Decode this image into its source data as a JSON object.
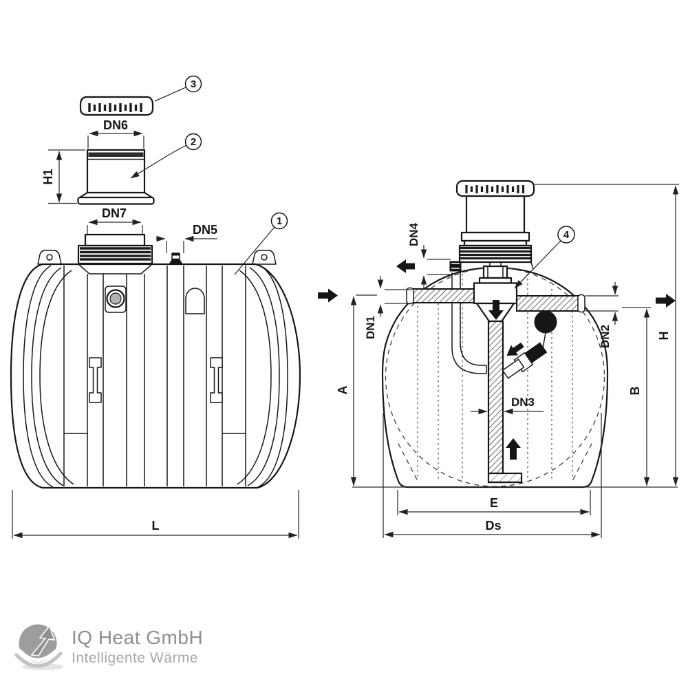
{
  "drawing": {
    "callouts": {
      "c1": "1",
      "c2": "2",
      "c3": "3",
      "c4": "4"
    },
    "dimensions": {
      "dn1": "DN1",
      "dn2": "DN2",
      "dn3": "DN3",
      "dn4": "DN4",
      "dn5": "DN5",
      "dn6": "DN6",
      "dn7": "DN7",
      "h1": "H1",
      "a": "A",
      "b": "B",
      "h": "H",
      "e": "E",
      "ds": "Ds",
      "l": "L"
    }
  },
  "logo": {
    "company": "IQ Heat GmbH",
    "tagline": "Intelligente Wärme"
  },
  "colors": {
    "line": "#161616",
    "dimension": "#2a2a2a",
    "hatch": "#555555",
    "logo_text": "#8e8e8e",
    "logo_tagline": "#a7a7a7",
    "logo_icon": "#9d9d9d",
    "background": "#ffffff"
  }
}
